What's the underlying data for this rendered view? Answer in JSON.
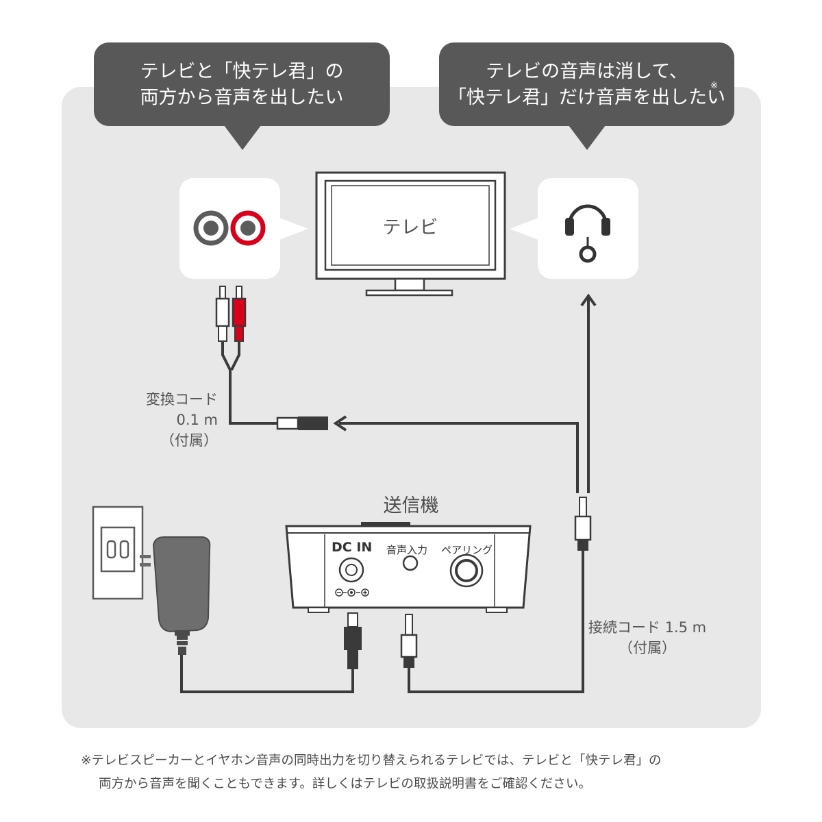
{
  "bubbles": {
    "left": {
      "line1": "テレビと「快テレ君」の",
      "line2": "両方から音声を出したい"
    },
    "right": {
      "line1": "テレビの音声は消して、",
      "line2": "「快テレ君」だけ音声を出したい",
      "note_mark": "※"
    }
  },
  "tv": {
    "label": "テレビ"
  },
  "rca_cord": {
    "line1": "変換コード",
    "line2": "0.1 m",
    "line3": "（付属）"
  },
  "sender": {
    "title": "送信機",
    "dc_in": "DC IN",
    "audio_in": "音声入力",
    "pairing": "ペアリング",
    "polarity": "⊖-●-⊕"
  },
  "connect_cord": {
    "line1": "接続コード 1.5 m",
    "line2": "（付属）"
  },
  "footnote": {
    "line1": "※テレビスピーカーとイヤホン音声の同時出力を切り替えられるテレビでは、テレビと「快テレ君」の",
    "line2": "両方から音声を聞くこともできます。詳しくはテレビの取扱説明書をご確認ください。"
  },
  "colors": {
    "panel": "#e8e8e9",
    "bubble": "#585858",
    "red": "#d9001b",
    "cord": "#3a3a3a"
  },
  "icons": [
    "rca-jacks-icon",
    "headphone-icon",
    "tv-icon",
    "wall-outlet-icon",
    "ac-adapter-icon",
    "arrow-icon"
  ]
}
